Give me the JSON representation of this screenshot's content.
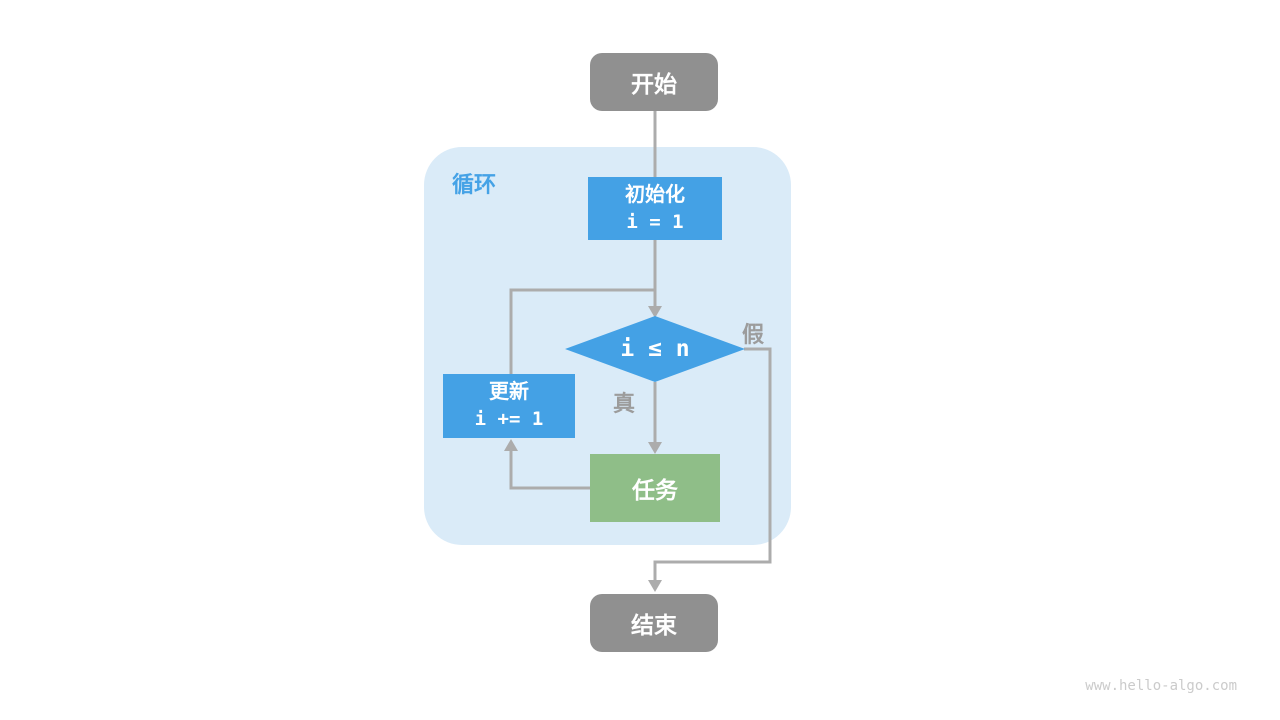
{
  "flowchart": {
    "nodes": {
      "start": {
        "label": "开始"
      },
      "loop": {
        "label": "循环"
      },
      "init": {
        "title": "初始化",
        "code": "i = 1"
      },
      "condition": {
        "code": "i ≤ n"
      },
      "update": {
        "title": "更新",
        "code": "i += 1"
      },
      "task": {
        "label": "任务"
      },
      "end": {
        "label": "结束"
      }
    },
    "branches": {
      "true_label": "真",
      "false_label": "假"
    }
  },
  "colors": {
    "node_blue": "#44A1E5",
    "node_green": "#8FBE88",
    "node_gray": "#909090",
    "loop_container_fill": "#DAEBF8",
    "loop_label_blue": "#45A2E6",
    "connector_gray": "#ACACAC",
    "branch_label_gray": "#9C9C9C",
    "node_text": "#FFFFFF",
    "watermark_gray": "#CBCBCB",
    "page_background": "#FFFFFF"
  },
  "footer": {
    "watermark": "www.hello-algo.com"
  }
}
